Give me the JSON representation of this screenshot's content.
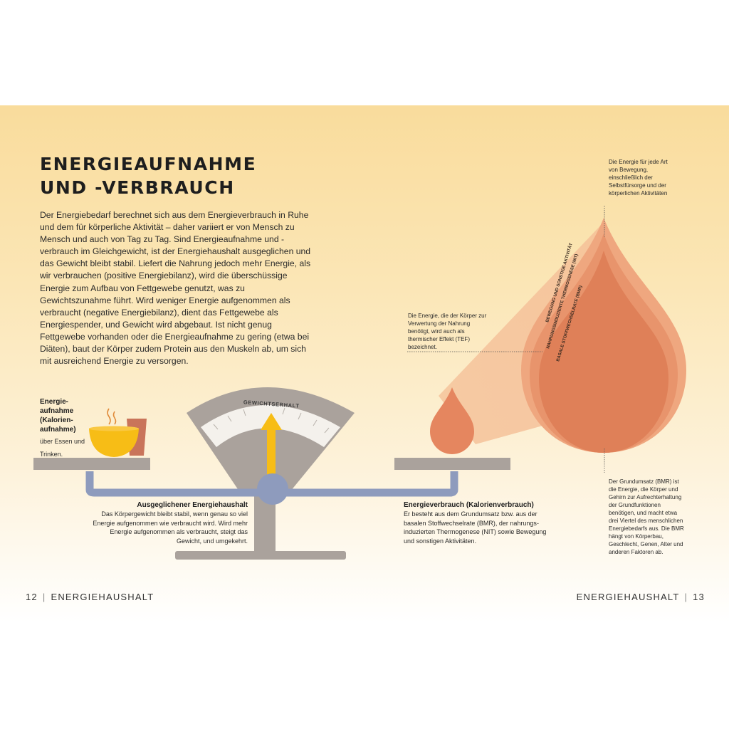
{
  "title_line1": "ENERGIEAUFNAHME",
  "title_line2": "UND -VERBRAUCH",
  "intro_text": "Der Energiebedarf berechnet sich aus dem Energieverbrauch in Ruhe und dem für körperliche Aktivität – daher variiert er von Mensch zu Mensch und auch von Tag zu Tag. Sind Energieauf­nahme und -verbrauch im Gleichgewicht, ist der Energiehaushalt ausgeglichen und das Gewicht bleibt stabil. Liefert die Nahrung jedoch mehr Energie, als wir verbrauchen (positive Energiebilanz), wird die überschüssige Energie zum Aufbau von Fettgewebe genutzt, was zu Gewichtszunahme führt. Wird weniger Energie aufgenommen als verbraucht (negative Energiebilanz), dient das Fettgewebe als Energiespender, und Gewicht wird abgebaut. Ist nicht genug Fettgewebe vorhanden oder die Energieaufnahme zu gering (etwa bei Diäten), baut der Körper zudem Protein aus den Muskeln ab, um sich mit ausreichend Energie zu versorgen.",
  "intake": {
    "heading": "Energie-aufnahme (Kalorien-aufnahme)",
    "text": "über Essen und Trinken."
  },
  "gauge_label": "GEWICHTSERHALT",
  "balanced": {
    "heading": "Ausgeglichener Energiehaushalt",
    "text": "Das Körpergewicht bleibt stabil, wenn genau so viel Energie aufgenommen wie verbraucht wird. Wird mehr Energie aufgenommen als verbraucht, steigt das Gewicht, und umgekehrt."
  },
  "expenditure": {
    "heading": "Energieverbrauch (Kalorienverbrauch)",
    "text": "Er besteht aus dem Grundumsatz bzw. aus der basalen Stoffwechselrate (BMR), der nahrungs­induzierten Thermogenese (NIT) sowie Bewegung und sonstigen Aktivitäten."
  },
  "note_activity": "Die Energie für jede Art von Bewegung, einschließlich der Selbstfürsorge und der körperlichen Aktivitäten",
  "note_tef": "Die Energie, die der Körper zur Verwertung der Nahrung benötigt, wird auch als thermischer Effekt (TEF) bezeichnet.",
  "note_bmr": "Der Grundumsatz (BMR) ist die Energie, die Körper und Gehirn zur Aufrechterhal­tung der Grundfunktionen benötigen, und macht etwa drei Viertel des menschlichen Energiebedarfs aus. Die BMR hängt von Körperbau, Geschlecht, Genen, Alter und anderen Faktoren ab.",
  "drop_labels": {
    "activity": "BEWEGUNG UND SONSTIGE AKTIVITÄT",
    "nit": "NAHRUNGSINDUZIERTE THERMOGENESE (NIT)",
    "bmr": "BASALE STOFFWECHSELRATE (BMR)"
  },
  "footer_left_page": "12",
  "footer_left_title": "ENERGIEHAUSHALT",
  "footer_right_title": "ENERGIEHAUSHALT",
  "footer_right_page": "13",
  "colors": {
    "scale_grey": "#aaa29c",
    "beam_blue": "#8e9bbd",
    "arrow_yellow": "#f7bd16",
    "drop_outer": "#efa77f",
    "drop_mid": "#e8946c",
    "drop_inner": "#df8058",
    "cup": "#c9745a"
  }
}
